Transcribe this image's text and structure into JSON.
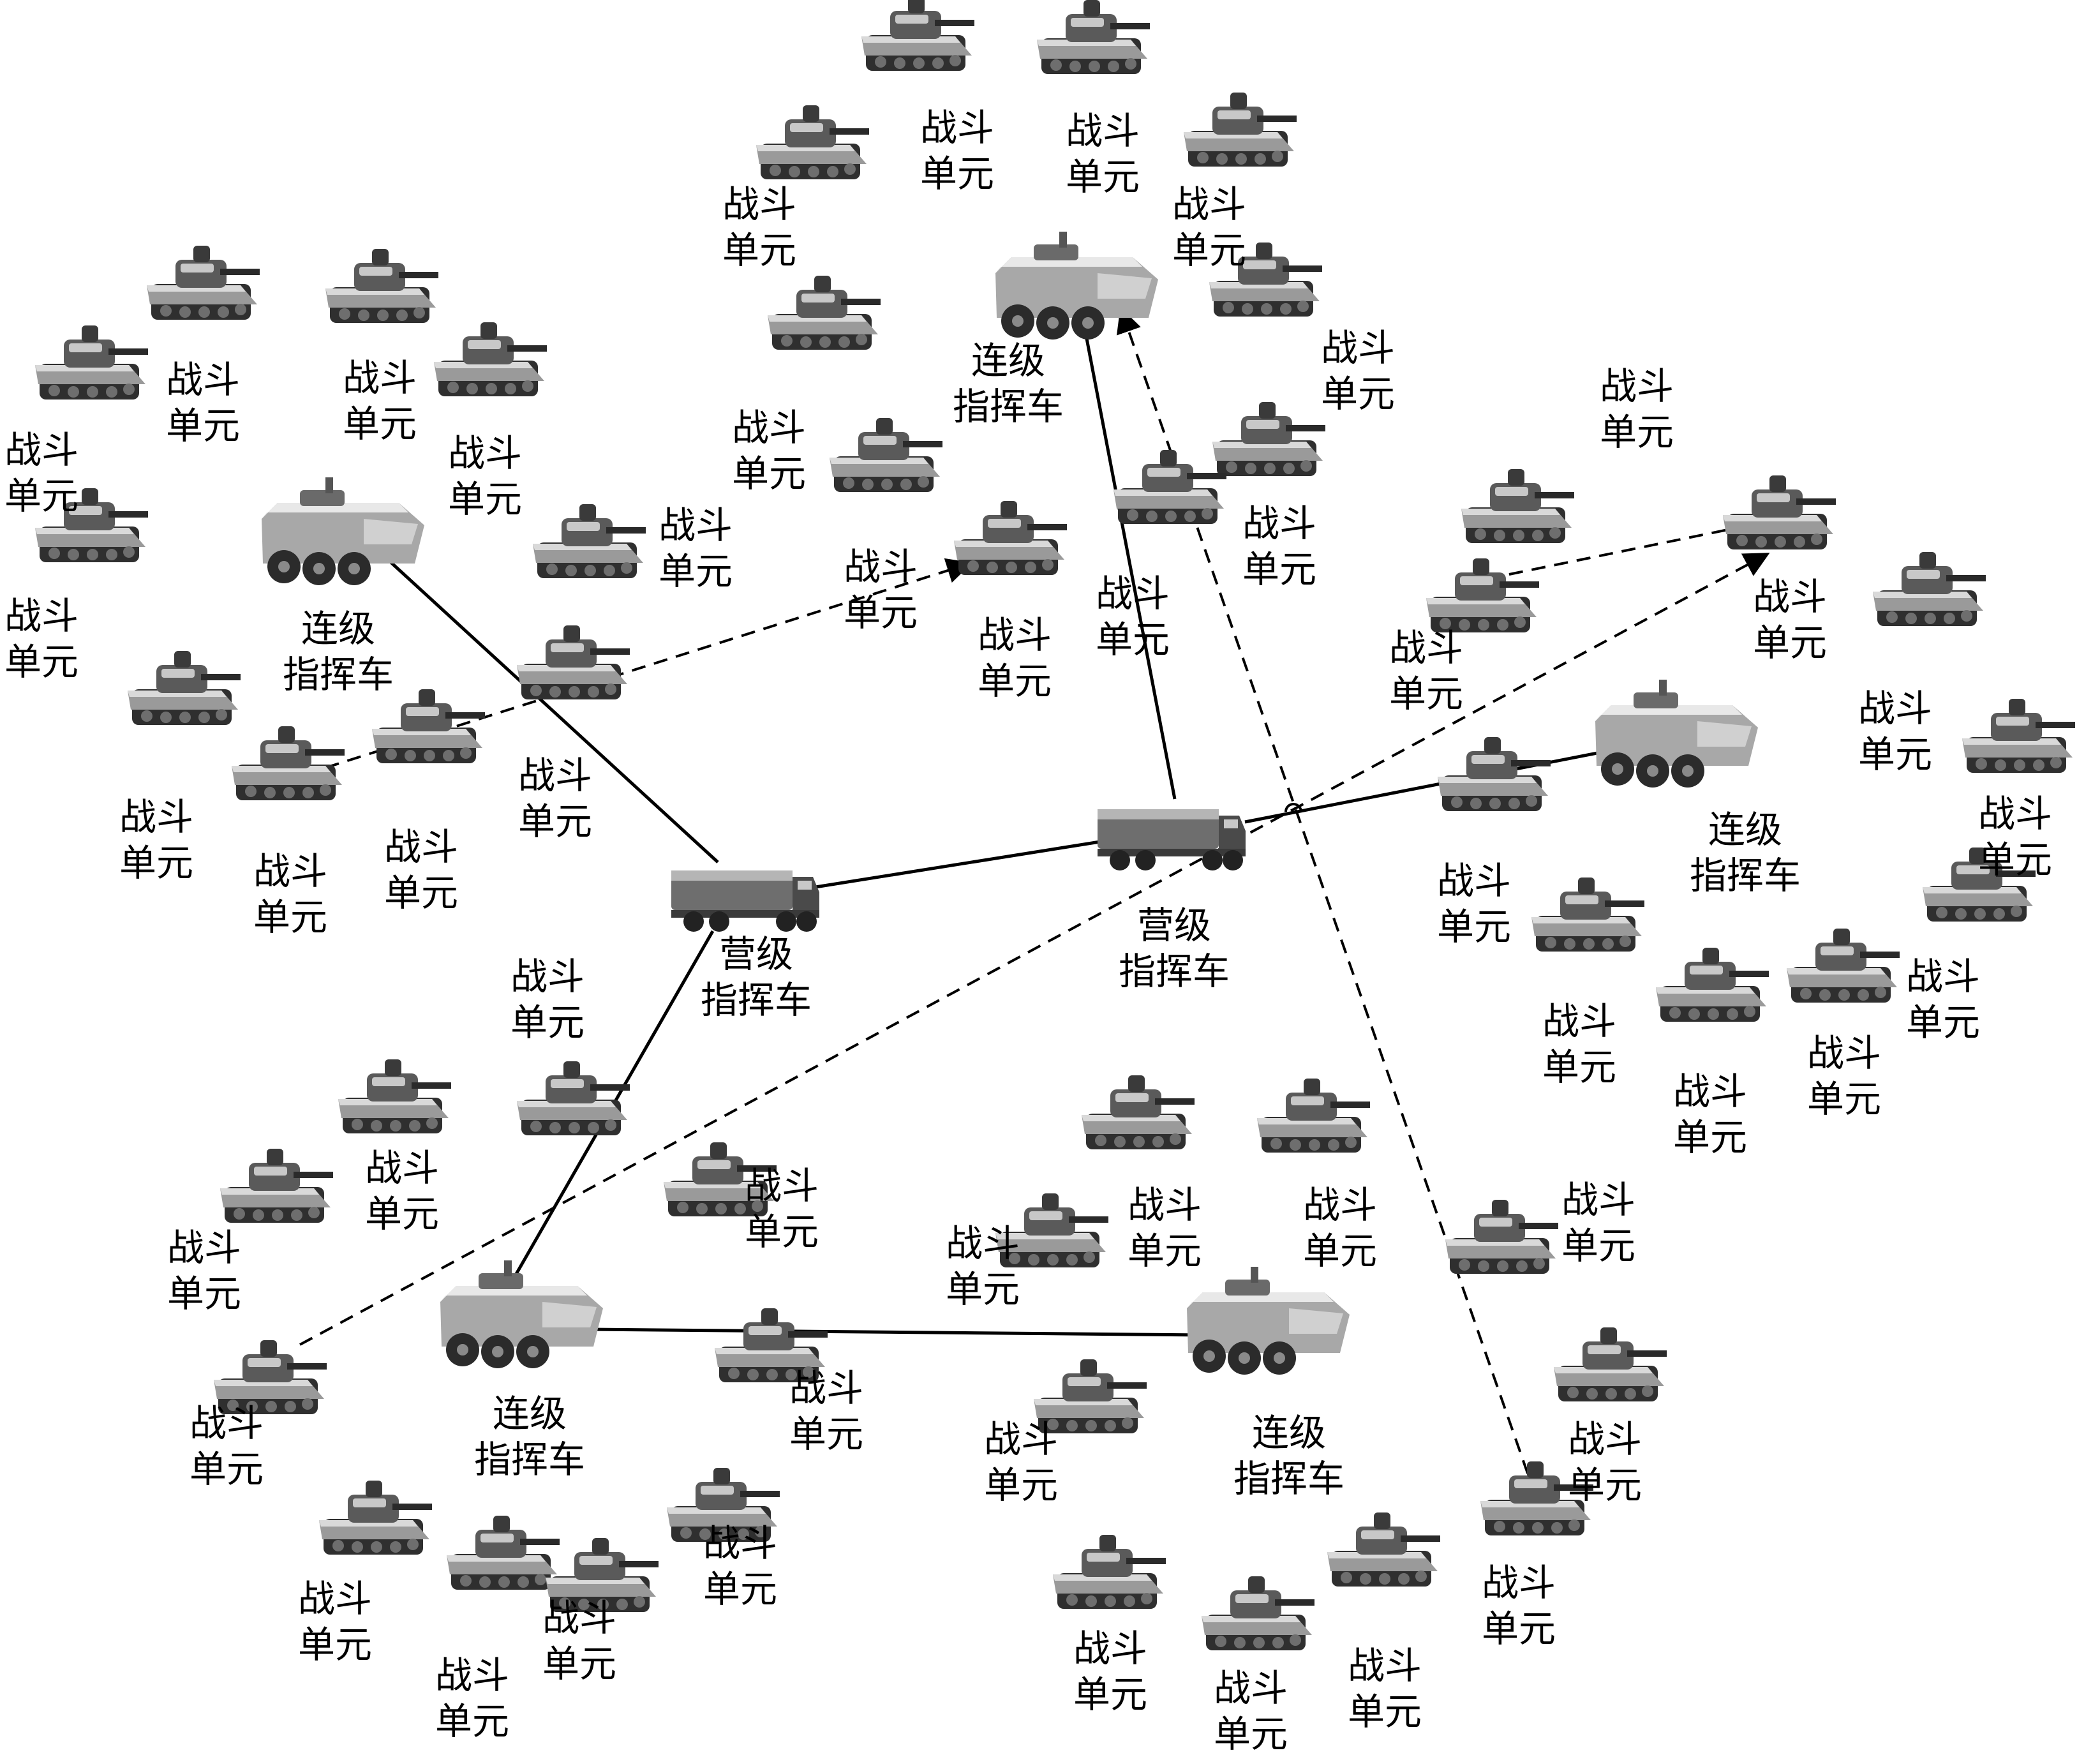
{
  "labels": {
    "combat_line1": "战斗",
    "combat_line2": "单元",
    "company_line1": "连级",
    "company_line2": "指挥车",
    "battalion_line1": "营级",
    "battalion_line2": "指挥车"
  },
  "colors": {
    "vehicle_dark": "#3d3d3d",
    "vehicle_mid": "#8a8a8a",
    "vehicle_light": "#d6d6d6",
    "line": "#000000"
  },
  "icons": [
    "combat-unit-tank-icon",
    "company-command-vehicle-icon",
    "battalion-command-vehicle-icon"
  ]
}
